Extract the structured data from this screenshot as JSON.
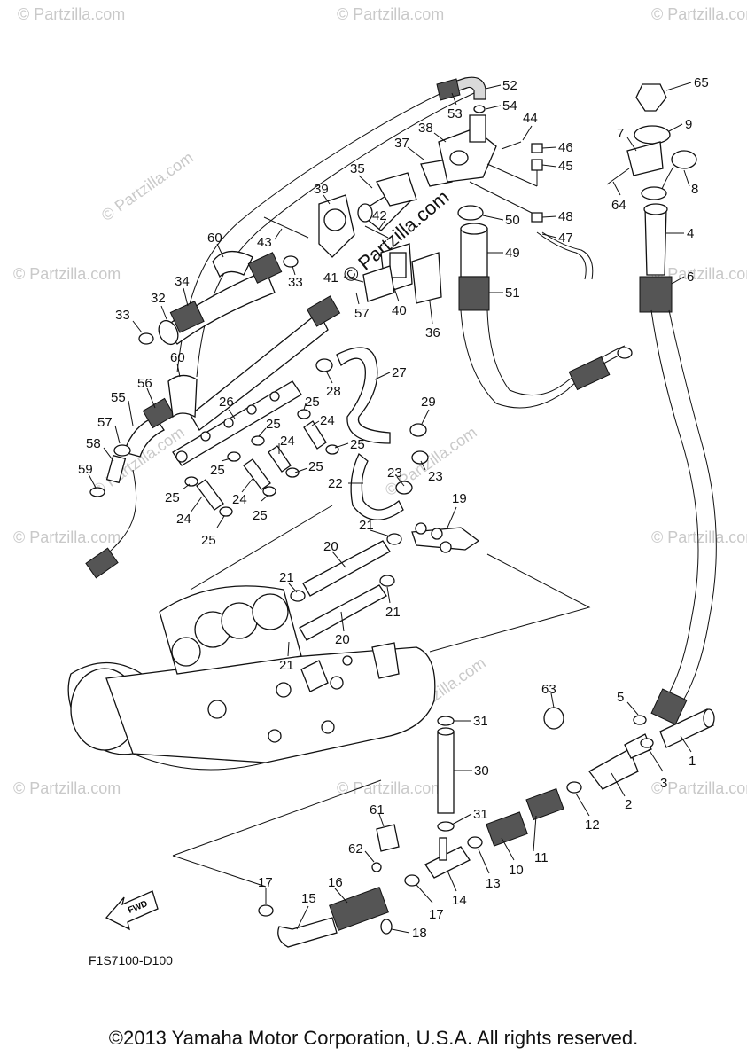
{
  "diagram": {
    "figure_code": "F1S7100-D100",
    "fwd_label": "FWD",
    "center_watermark": "© Partzilla.com",
    "watermark": "© Partzilla.com",
    "copyright": "©2013 Yamaha Motor Corporation, U.S.A. All rights reserved.",
    "callouts": [
      "1",
      "2",
      "3",
      "4",
      "5",
      "6",
      "7",
      "8",
      "9",
      "10",
      "11",
      "12",
      "13",
      "14",
      "15",
      "16",
      "17",
      "18",
      "19",
      "20",
      "21",
      "22",
      "23",
      "24",
      "25",
      "26",
      "27",
      "28",
      "29",
      "30",
      "31",
      "32",
      "33",
      "34",
      "35",
      "36",
      "37",
      "38",
      "39",
      "40",
      "41",
      "42",
      "43",
      "44",
      "45",
      "46",
      "47",
      "48",
      "49",
      "50",
      "51",
      "52",
      "53",
      "54",
      "55",
      "56",
      "57",
      "58",
      "59",
      "60",
      "61",
      "62",
      "63",
      "64",
      "65"
    ]
  }
}
